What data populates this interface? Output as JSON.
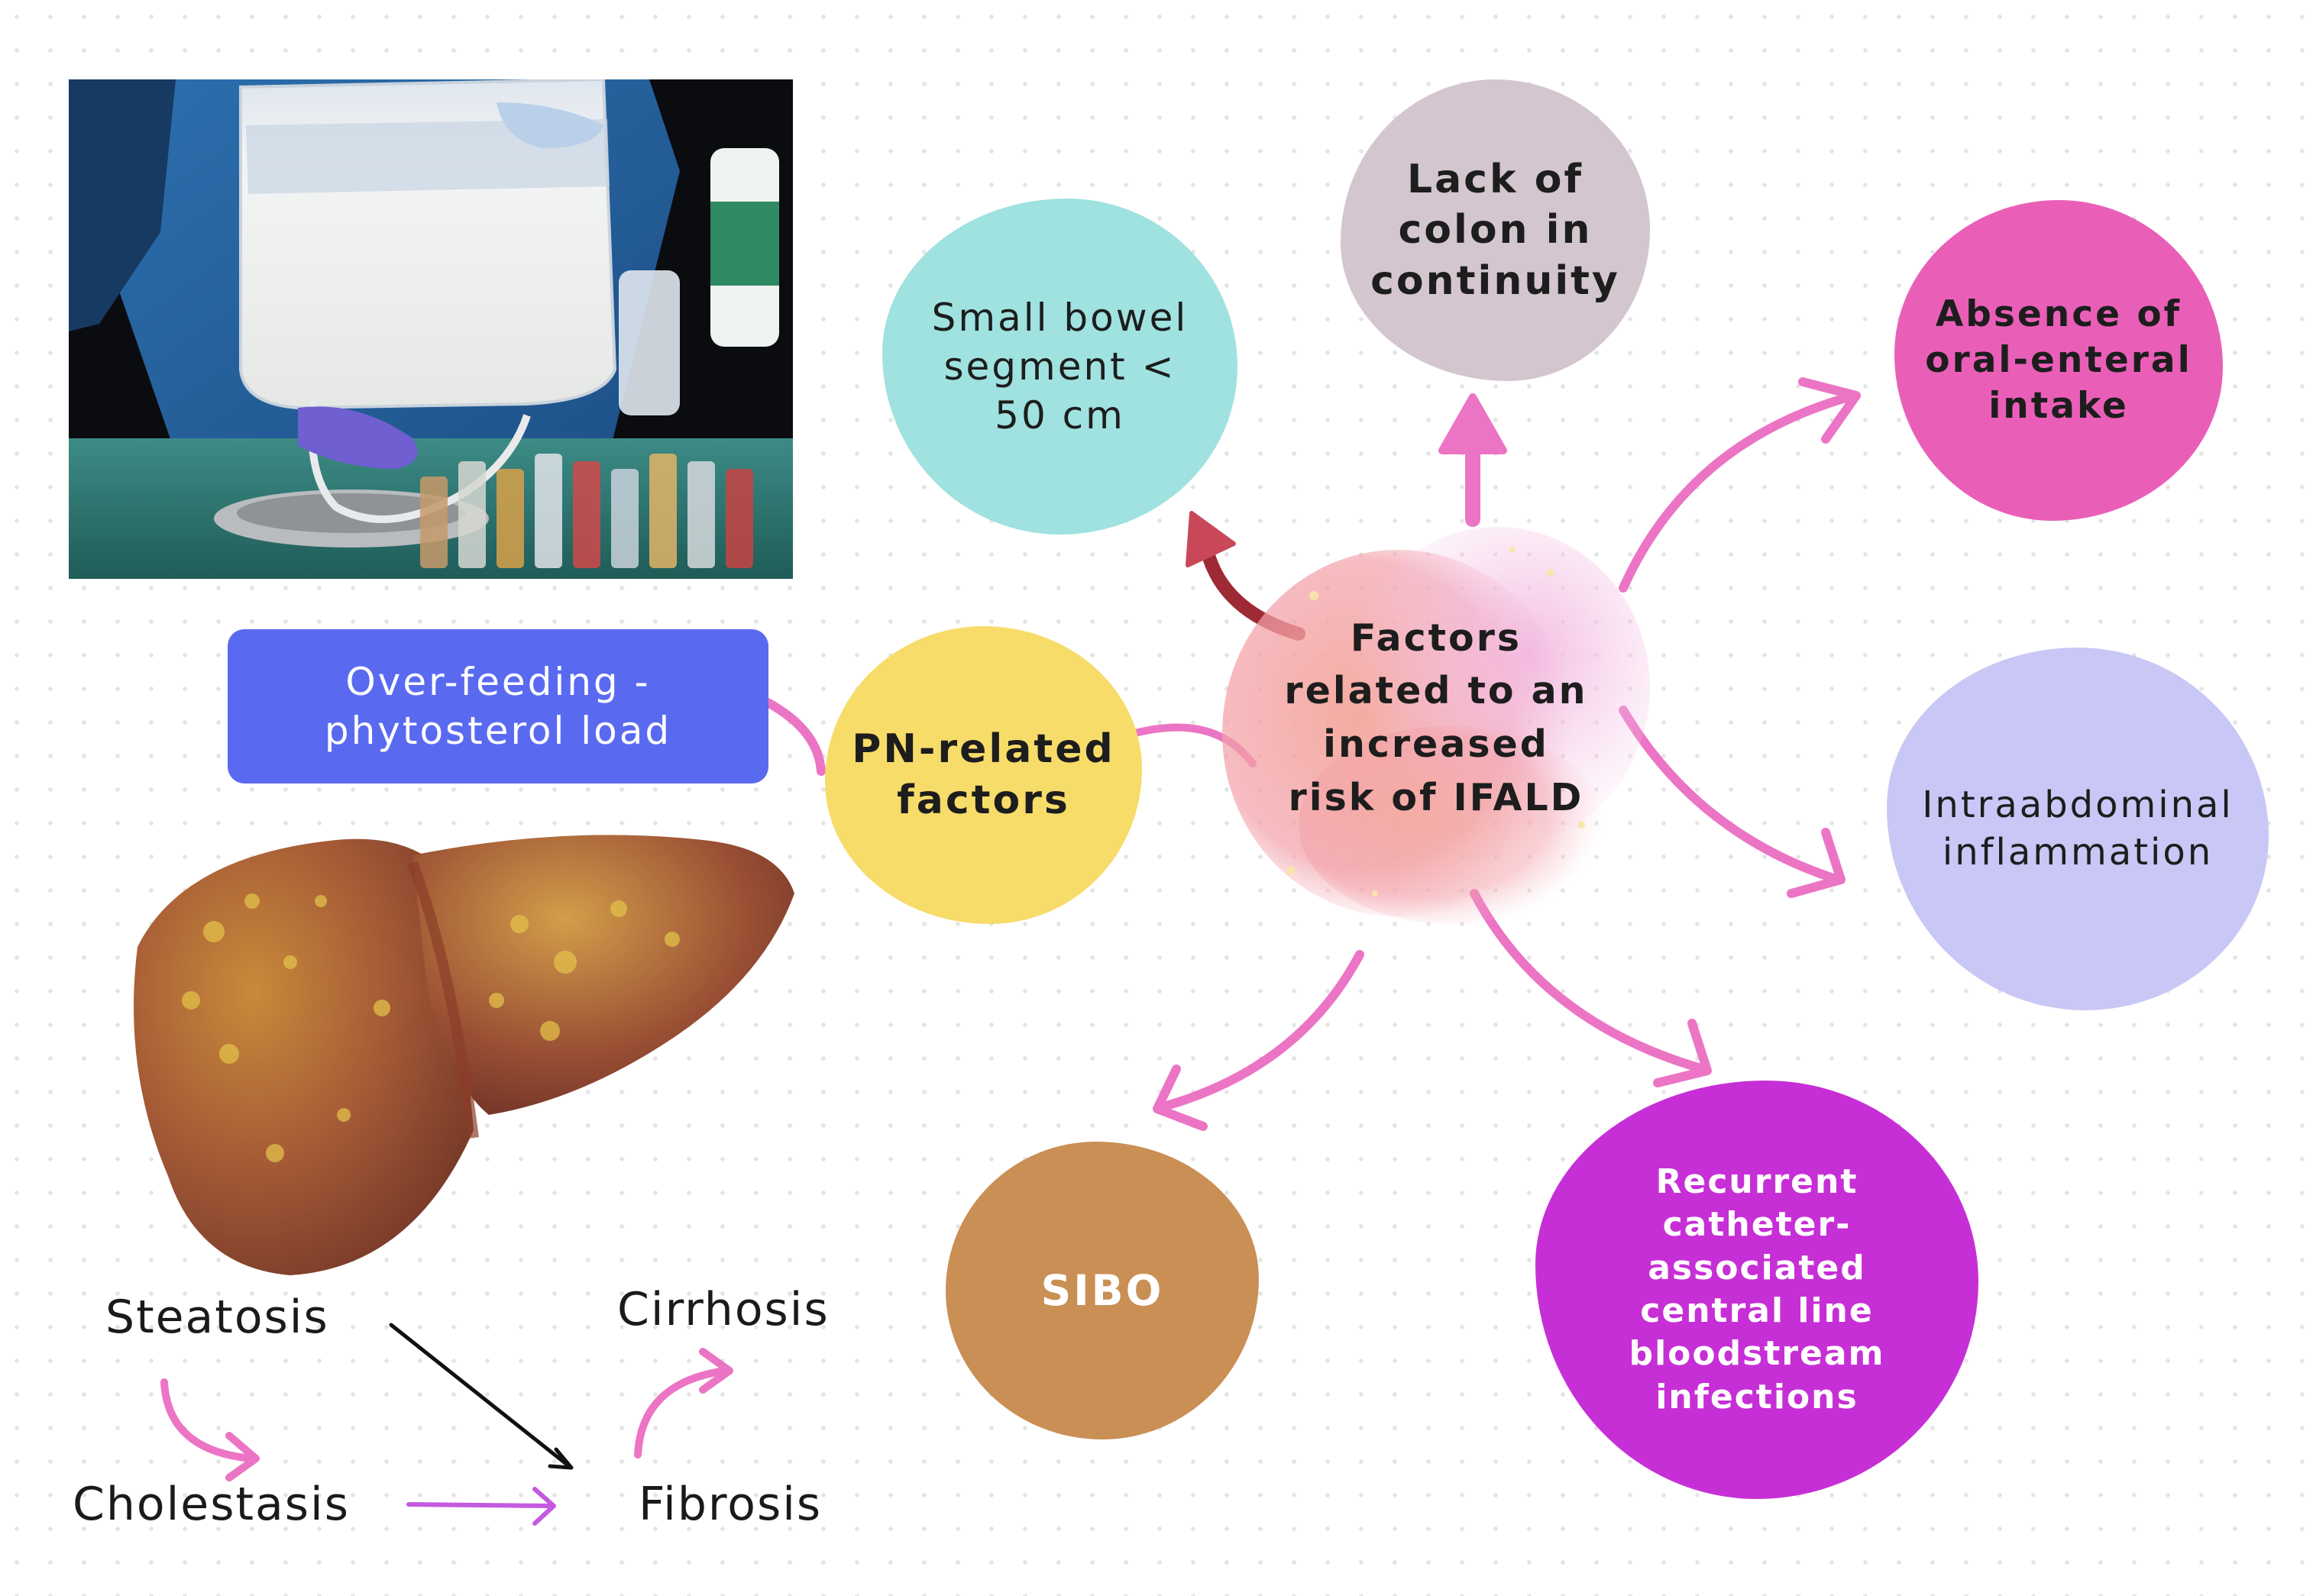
{
  "center": {
    "label": "Factors related to an increased risk of IFALD"
  },
  "nodes": {
    "small_bowel": {
      "label": "Small bowel segment < 50 cm",
      "color": "#9fe2e0"
    },
    "colon": {
      "label": "Lack of colon in continuity",
      "color": "#d3c6cf"
    },
    "oral_intake": {
      "label": "Absence of oral-enteral intake",
      "color": "#e95fb8"
    },
    "inflammation": {
      "label": "Intraabdominal inflammation",
      "color": "#c9c7f5"
    },
    "infections": {
      "label": "Recurrent catheter-associated central line bloodstream infections",
      "color": "#c72fd6"
    },
    "sibo": {
      "label": "SIBO",
      "color": "#c98f55"
    },
    "pn_factors": {
      "label": "PN-related factors",
      "color": "#f7dc6a"
    },
    "overfeeding": {
      "label": "Over-feeding - phytosterol load",
      "color": "#5a6af0"
    }
  },
  "progression": {
    "steatosis": "Steatosis",
    "cholestasis": "Cholestasis",
    "fibrosis": "Fibrosis",
    "cirrhosis": "Cirrhosis"
  },
  "colors": {
    "arrow_pink": "#ec74c5",
    "arrow_dark_red": "#9e2a35",
    "arrow_violet": "#c45adf"
  },
  "images": {
    "photo": "parenteral-nutrition-bag-photo",
    "liver": "cirrhotic-liver-illustration"
  }
}
